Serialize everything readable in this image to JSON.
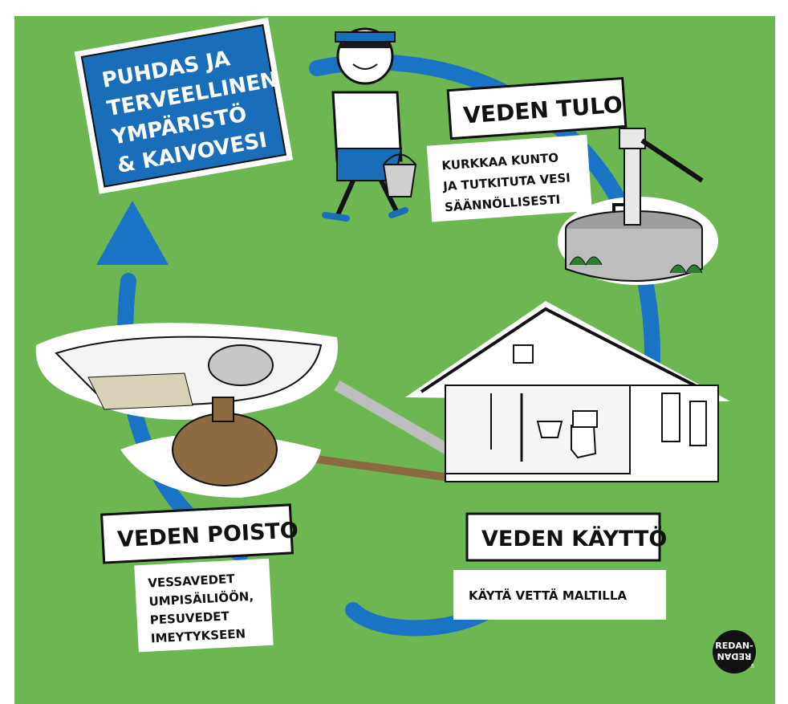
{
  "colors": {
    "background": "#6cb752",
    "frame": "#ffffff",
    "arrow": "#1a73c4",
    "title_box": "#1a6db8",
    "pipe_grey": "#bdbdbd",
    "pipe_brown": "#8a6a3e",
    "tank": "#8b6b3f"
  },
  "title": {
    "lines": [
      "PUHDAS JA",
      "TERVEELLINEN",
      "YMPÄRISTÖ",
      "& KAIVOVESI"
    ]
  },
  "stages": {
    "intake": {
      "heading": "VEDEN TULO",
      "note_lines": [
        "KURKKAA KUNTO",
        "JA TUTKITUTA VESI",
        "SÄÄNNÖLLISESTI"
      ]
    },
    "use": {
      "heading": "VEDEN KÄYTTÖ",
      "note_lines": [
        "KÄYTÄ VETTÄ MALTILLA"
      ]
    },
    "disposal": {
      "heading": "VEDEN POISTO",
      "note_lines": [
        "VESSAVEDET",
        "UMPISÄILIÖÖN,",
        "PESUVEDET",
        "IMEYTYKSEEN"
      ]
    }
  },
  "logo": {
    "text_top": "REDAN-",
    "text_bottom": "REDAN",
    "suffix": "fi"
  },
  "icons": [
    "well-pump-icon",
    "child-with-bucket-icon",
    "cabin-icon",
    "septic-tank-icon",
    "infiltration-field-icon",
    "cycle-arrow-icon"
  ]
}
